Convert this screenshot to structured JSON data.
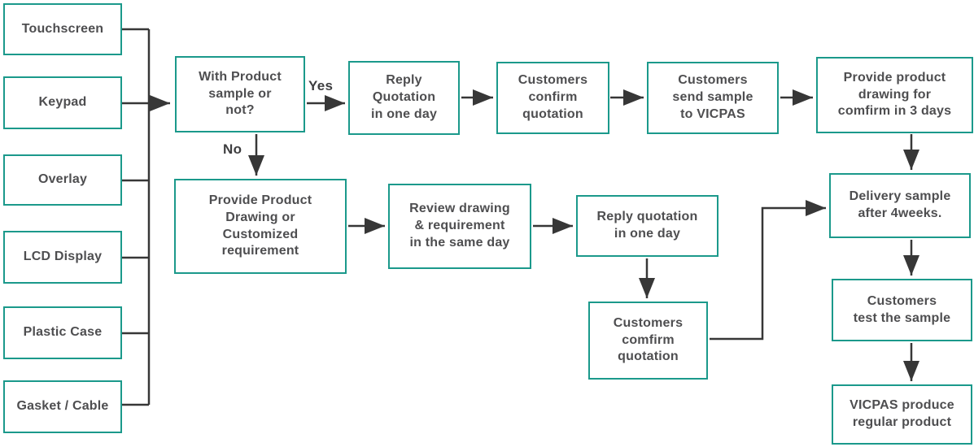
{
  "colors": {
    "box_border": "#1b998b",
    "text": "#4e4e50",
    "line": "#373737"
  },
  "products": [
    {
      "label": "Touchscreen"
    },
    {
      "label": "Keypad"
    },
    {
      "label": "Overlay"
    },
    {
      "label": "LCD Display"
    },
    {
      "label": "Plastic Case"
    },
    {
      "label": "Gasket / Cable"
    }
  ],
  "decision": {
    "label": "With Product\nsample or\nnot?",
    "yes": "Yes",
    "no": "No"
  },
  "yes_path": {
    "reply_quotation": "Reply\nQuotation\nin one day",
    "customers_confirm": "Customers\nconfirm\nquotation",
    "customers_send_sample": "Customers\nsend sample\nto VICPAS",
    "provide_drawing": "Provide product\ndrawing for\ncomfirm in 3 days"
  },
  "no_path": {
    "provide_product_drawing": "Provide Product\nDrawing or\nCustomized\nrequirement",
    "review_drawing": "Review drawing\n& requirement\nin the same day",
    "reply_quotation": "Reply quotation\nin one day",
    "customers_comfirm": "Customers\ncomfirm\nquotation"
  },
  "final_path": {
    "delivery_sample": "Delivery sample\nafter 4weeks.",
    "customers_test": "Customers\ntest the sample",
    "vicpas_produce": "VICPAS produce\nregular product"
  }
}
